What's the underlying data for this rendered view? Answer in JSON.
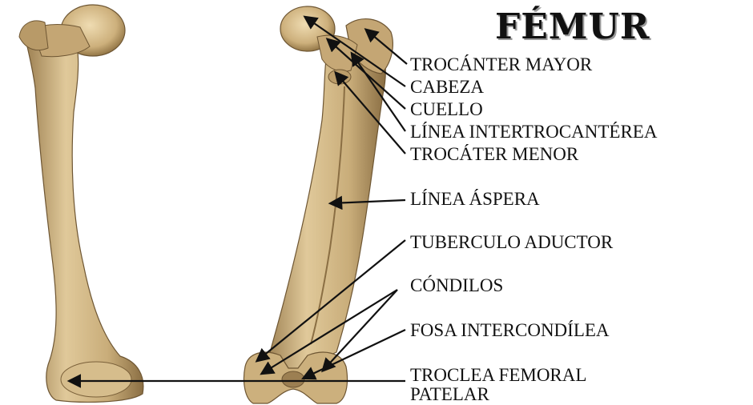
{
  "title": "FÉMUR",
  "labels": {
    "trocanter_mayor": "TROCÁNTER MAYOR",
    "cabeza": "CABEZA",
    "cuello": "CUELLO",
    "linea_intertrocanterea": "LÍNEA INTERTROCANTÉREA",
    "trocater_menor": "TROCÁTER MENOR",
    "linea_aspera": "LÍNEA ÁSPERA",
    "tuberculo_aductor": "TUBERCULO ADUCTOR",
    "condilos": "CÓNDILOS",
    "fosa_intercondilea": "FOSA INTERCONDÍLEA",
    "troclea_femoral": "TROCLEA FEMORAL",
    "patelar": "PATELAR"
  },
  "colors": {
    "bone": "#c9ad7a",
    "bone_light": "#ddc697",
    "bone_dark": "#8f7347",
    "arrow": "#111111"
  }
}
